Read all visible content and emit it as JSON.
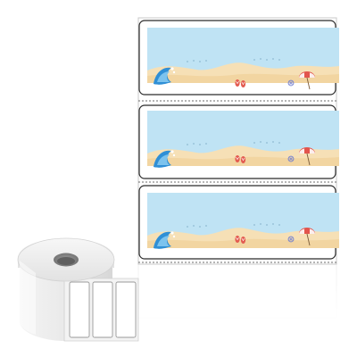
{
  "scene": {
    "subject": "roll-of-beach-themed-labels",
    "label_count_on_sheet": 3,
    "label_count_on_roll": 3
  },
  "colors": {
    "sky": "#bfe3f4",
    "sand": "#f6e0b6",
    "sand_dark": "#efcf97",
    "label_border": "#2b2b2b",
    "roll_body": "#ececec",
    "roll_shadow": "#cfcfcf",
    "perforation": "#6b6b6b",
    "wave_blue": "#2f8fd6",
    "umbrella_red": "#e2554d",
    "flipflop": "#e35b50"
  },
  "icons": {
    "wave": "wave-icon",
    "flipflops": "flip-flops-icon",
    "shell": "shell-icon",
    "umbrella": "beach-umbrella-icon"
  }
}
